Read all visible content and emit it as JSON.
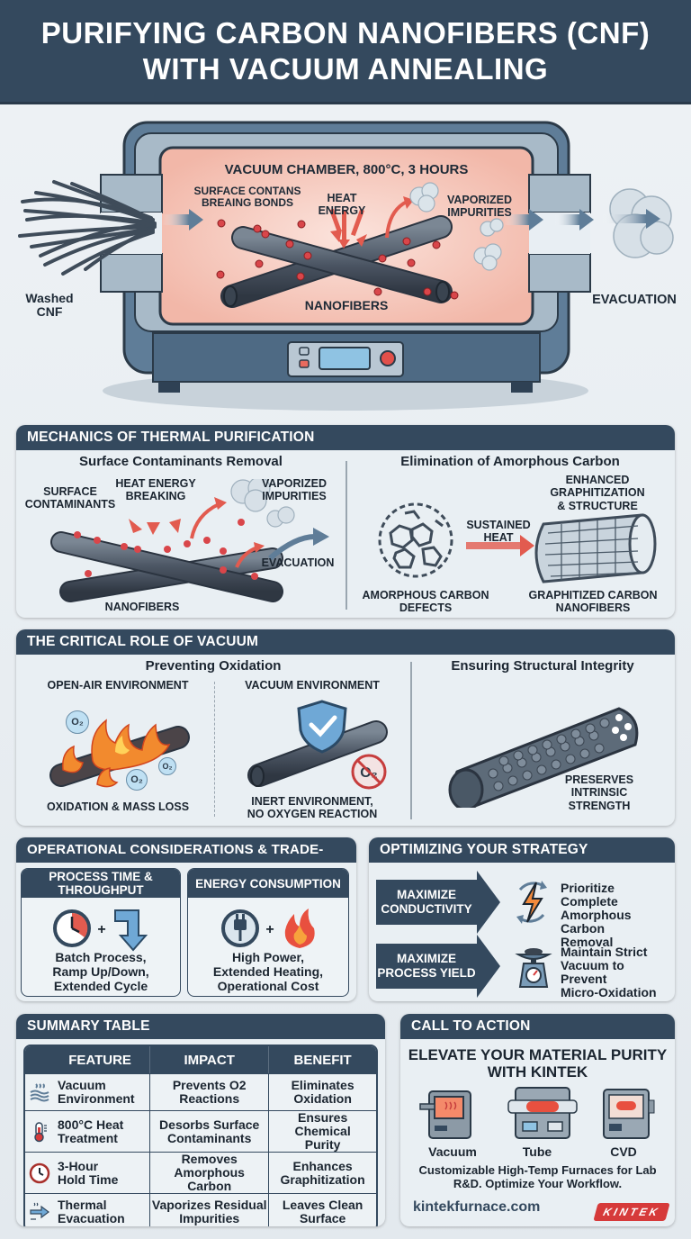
{
  "title": {
    "line1": "PURIFYING CARBON NANOFIBERS (CNF)",
    "line2": "WITH VACUUM ANNEALING"
  },
  "hero": {
    "chamber_label": "VACUUM CHAMBER, 800°C, 3 HOURS",
    "surface_label_1": "SURFACE CONTANS",
    "surface_label_2": "BREAING BONDS",
    "heat_label_1": "HEAT",
    "heat_label_2": "ENERGY",
    "vapor_label_1": "VAPORIZED",
    "vapor_label_2": "IMPURITIES",
    "nanofibers_label": "NANOFIBERS",
    "input_label_1": "Washed",
    "input_label_2": "CNF",
    "output_label": "EVACUATION"
  },
  "mechanics": {
    "header": "MECHANICS OF THERMAL PURIFICATION",
    "left": {
      "title": "Surface Contaminants Removal",
      "surface_1": "SURFACE",
      "surface_2": "CONTAMINANTS",
      "heat_1": "HEAT ENERGY",
      "heat_2": "BREAKING",
      "vapor_1": "VAPORIZED",
      "vapor_2": "IMPURITIES",
      "evacuation": "EVACUATION",
      "nanofibers": "NANOFIBERS"
    },
    "right": {
      "title": "Elimination of Amorphous Carbon",
      "enhanced_1": "ENHANCED",
      "enhanced_2": "GRAPHITIZATION",
      "enhanced_3": "& STRUCTURE",
      "sustained_1": "SUSTAINED",
      "sustained_2": "HEAT",
      "amorphous_1": "AMORPHOUS CARBON",
      "amorphous_2": "DEFECTS",
      "graphitized_1": "GRAPHITIZED CARBON",
      "graphitized_2": "NANOFIBERS"
    }
  },
  "vacuum_role": {
    "header": "THE CRITICAL ROLE OF VACUUM",
    "left_title": "Preventing Oxidation",
    "open_air_title": "OPEN-AIR ENVIRONMENT",
    "open_air_caption": "OXIDATION & MASS LOSS",
    "vacuum_title": "VACUUM ENVIRONMENT",
    "vacuum_caption_1": "INERT ENVIRONMENT,",
    "vacuum_caption_2": "NO OXYGEN REACTION",
    "o2_glyph": "O₂",
    "o2_no_glyph": "O₂",
    "right_title": "Ensuring Structural Integrity",
    "strength_1": "PRESERVES",
    "strength_2": "INTRINSIC",
    "strength_3": "STRENGTH"
  },
  "operational": {
    "header": "OPERATIONAL CONSIDERATIONS & TRADE-OFFS",
    "cards": [
      {
        "title_1": "PROCESS TIME &",
        "title_2": "THROUGHPUT",
        "body_1": "Batch Process,",
        "body_2": "Ramp Up/Down,",
        "body_3": "Extended Cycle"
      },
      {
        "title_1": "ENERGY CONSUMPTION",
        "body_1": "High Power,",
        "body_2": "Extended Heating,",
        "body_3": "Operational Cost"
      }
    ],
    "plus": "+"
  },
  "strategy": {
    "header": "OPTIMIZING YOUR STRATEGY",
    "items": [
      {
        "tag_1": "MAXIMIZE",
        "tag_2": "CONDUCTIVITY",
        "text_1": "Prioritize Complete",
        "text_2": "Amorphous Carbon",
        "text_3": "Removal"
      },
      {
        "tag_1": "MAXIMIZE",
        "tag_2": "PROCESS YIELD",
        "text_1": "Maintain Strict",
        "text_2": "Vacuum to Prevent",
        "text_3": "Micro-Oxidation"
      }
    ]
  },
  "summary": {
    "header": "SUMMARY TABLE",
    "columns": [
      "FEATURE",
      "IMPACT",
      "BENEFIT"
    ],
    "rows": [
      {
        "icon": "vacuum-waves-icon",
        "feature_1": "Vacuum",
        "feature_2": "Environment",
        "impact_1": "Prevents O2",
        "impact_2": "Reactions",
        "benefit_1": "Eliminates",
        "benefit_2": "Oxidation"
      },
      {
        "icon": "thermometer-icon",
        "feature_1": "800°C Heat",
        "feature_2": "Treatment",
        "impact_1": "Desorbs Surface",
        "impact_2": "Contaminants",
        "benefit_1": "Ensures Chemical",
        "benefit_2": "Purity"
      },
      {
        "icon": "clock-icon",
        "feature_1": "3-Hour",
        "feature_2": "Hold Time",
        "impact_1": "Removes",
        "impact_2": "Amorphous Carbon",
        "benefit_1": "Enhances",
        "benefit_2": "Graphitization"
      },
      {
        "icon": "evacuation-arrow-icon",
        "feature_1": "Thermal",
        "feature_2": "Evacuation",
        "impact_1": "Vaporizes Residual",
        "impact_2": "Impurities",
        "benefit_1": "Leaves Clean",
        "benefit_2": "Surface"
      }
    ]
  },
  "cta": {
    "header": "CALL TO ACTION",
    "title_1": "ELEVATE YOUR MATERIAL PURITY",
    "title_2": "WITH KINTEK",
    "furnaces": [
      "Vacuum",
      "Tube",
      "CVD"
    ],
    "desc_1": "Customizable High-Temp Furnaces for Lab",
    "desc_2": "R&D. Optimize Your Workflow.",
    "url": "kintekfurnace.com",
    "brand": "KINTEK"
  },
  "colors": {
    "header_navy": "#34495e",
    "accent_red": "#d63a3a",
    "chamber_pink": "#f6c9bd",
    "steel_blue": "#5f7d98"
  }
}
